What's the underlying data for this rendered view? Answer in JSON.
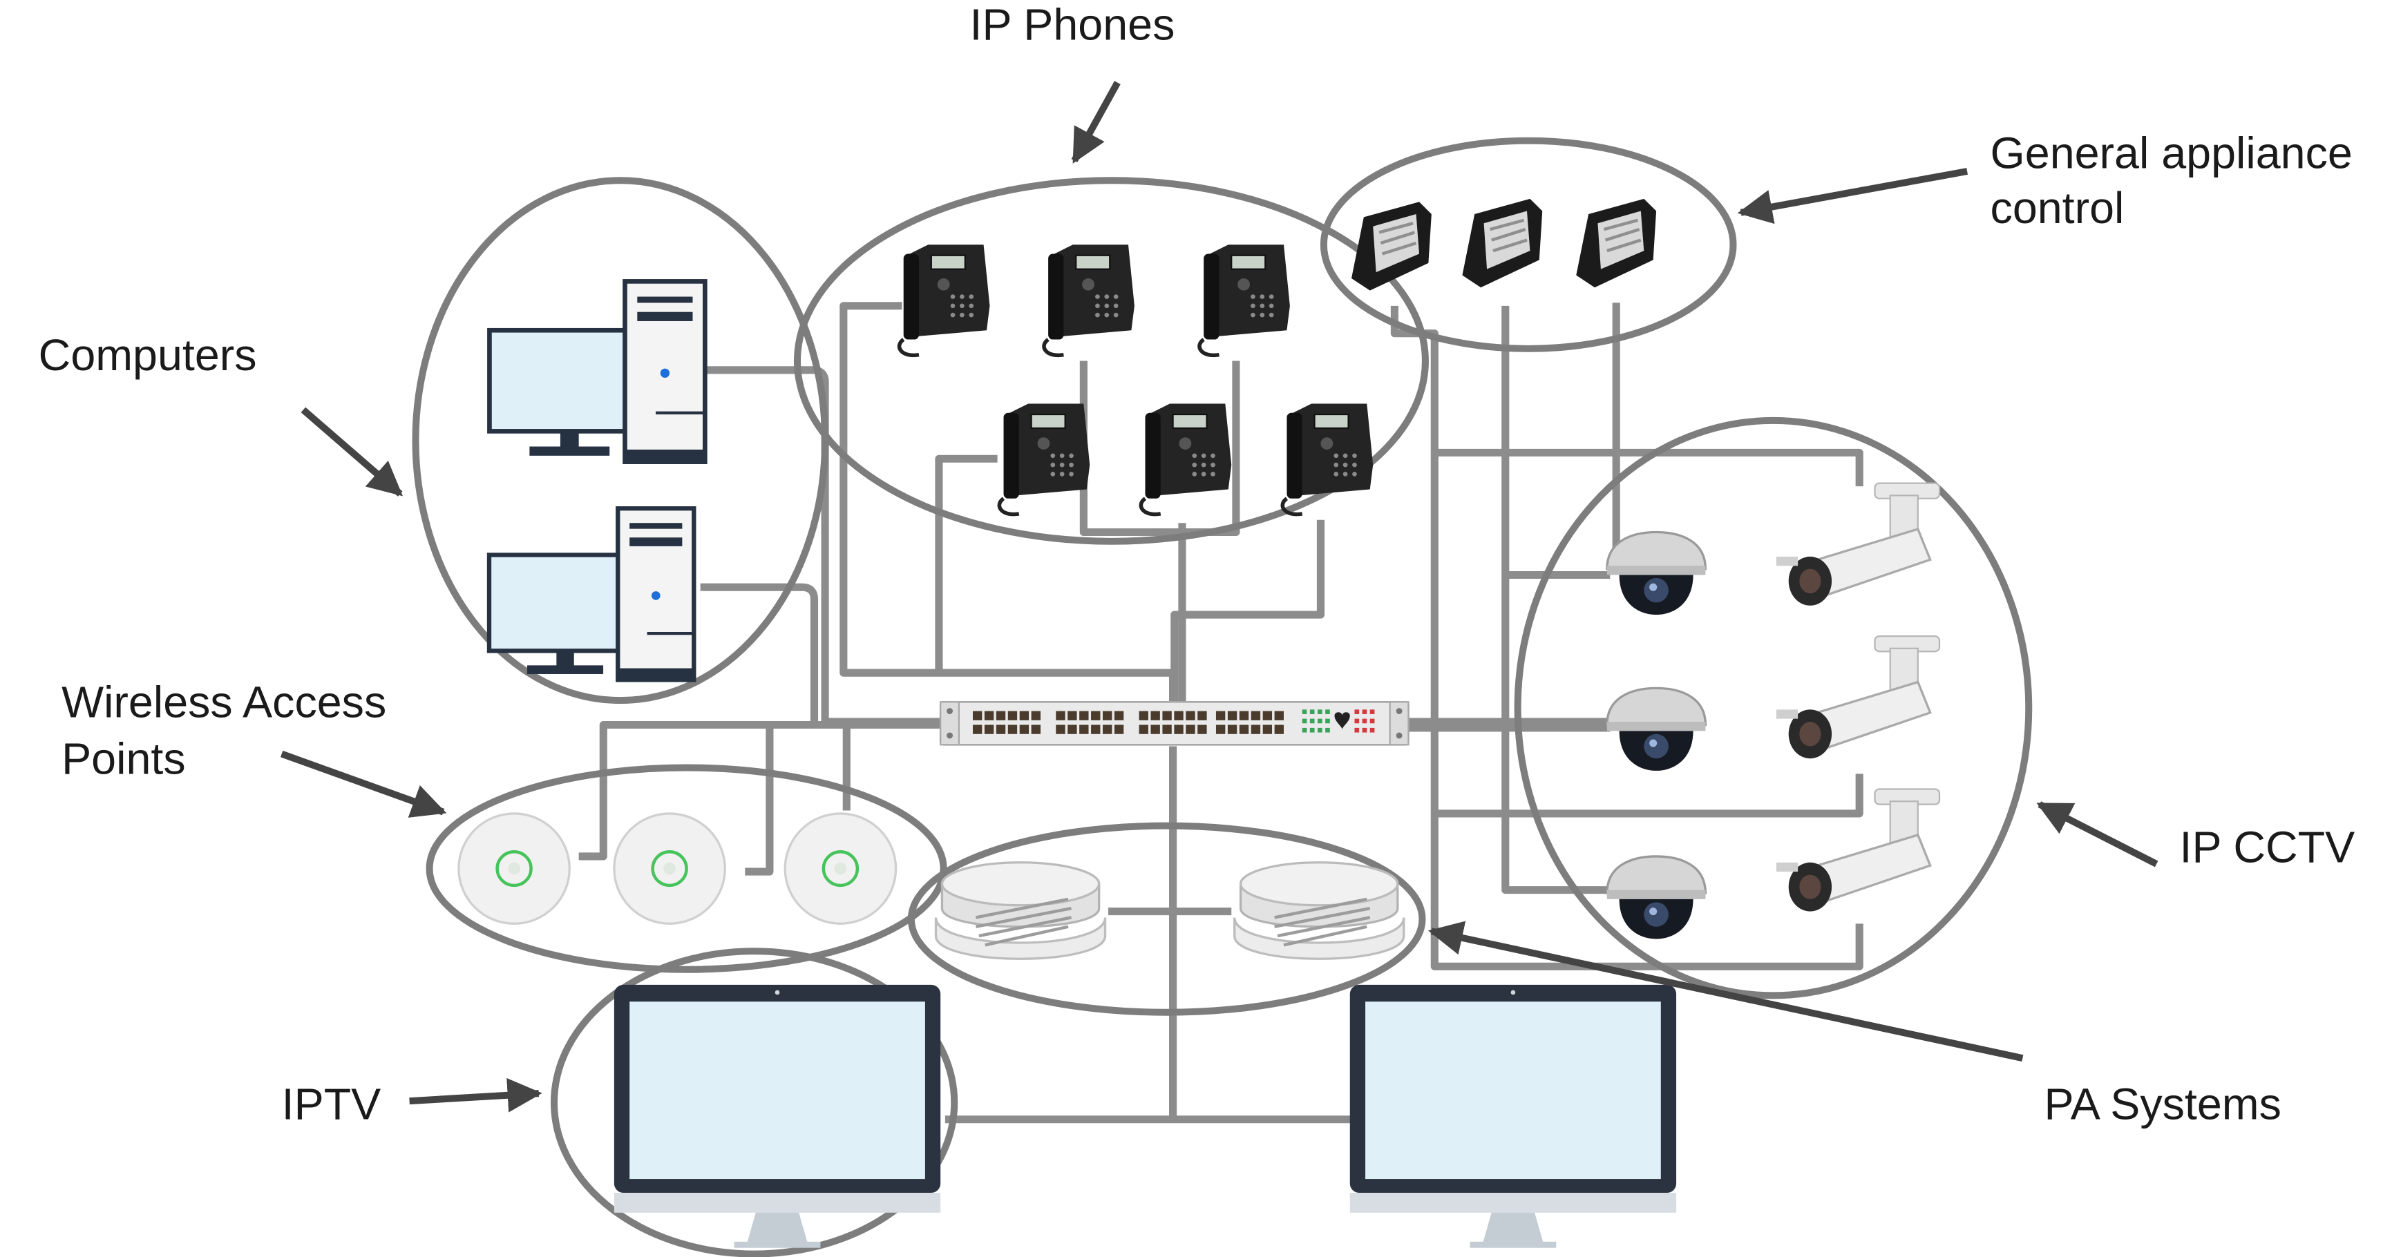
{
  "labels": {
    "ip_phones": "IP Phones",
    "general_appliance": [
      "General appliance",
      "control"
    ],
    "computers": "Computers",
    "wireless": [
      "Wireless Access",
      "Points"
    ],
    "ip_cctv": "IP CCTV",
    "iptv": "IPTV",
    "pa_systems": "PA Systems"
  },
  "colors": {
    "wire": "#8c8c8c",
    "group_outline": "#7d7d7d",
    "monitor_screen": "#dff0f8",
    "monitor_frame": "#2b3340",
    "switch_port_green": "#3aa35a",
    "switch_port_red": "#d9383a"
  },
  "icons": {
    "computer": "desktop-computer-icon",
    "phone": "ip-phone-icon",
    "appliance": "appliance-controller-icon",
    "dome_camera": "dome-camera-icon",
    "bullet_camera": "bullet-camera-icon",
    "access_point": "wireless-access-point-icon",
    "speaker": "ceiling-speaker-icon",
    "tv": "iptv-monitor-icon",
    "switch": "network-switch-icon"
  }
}
